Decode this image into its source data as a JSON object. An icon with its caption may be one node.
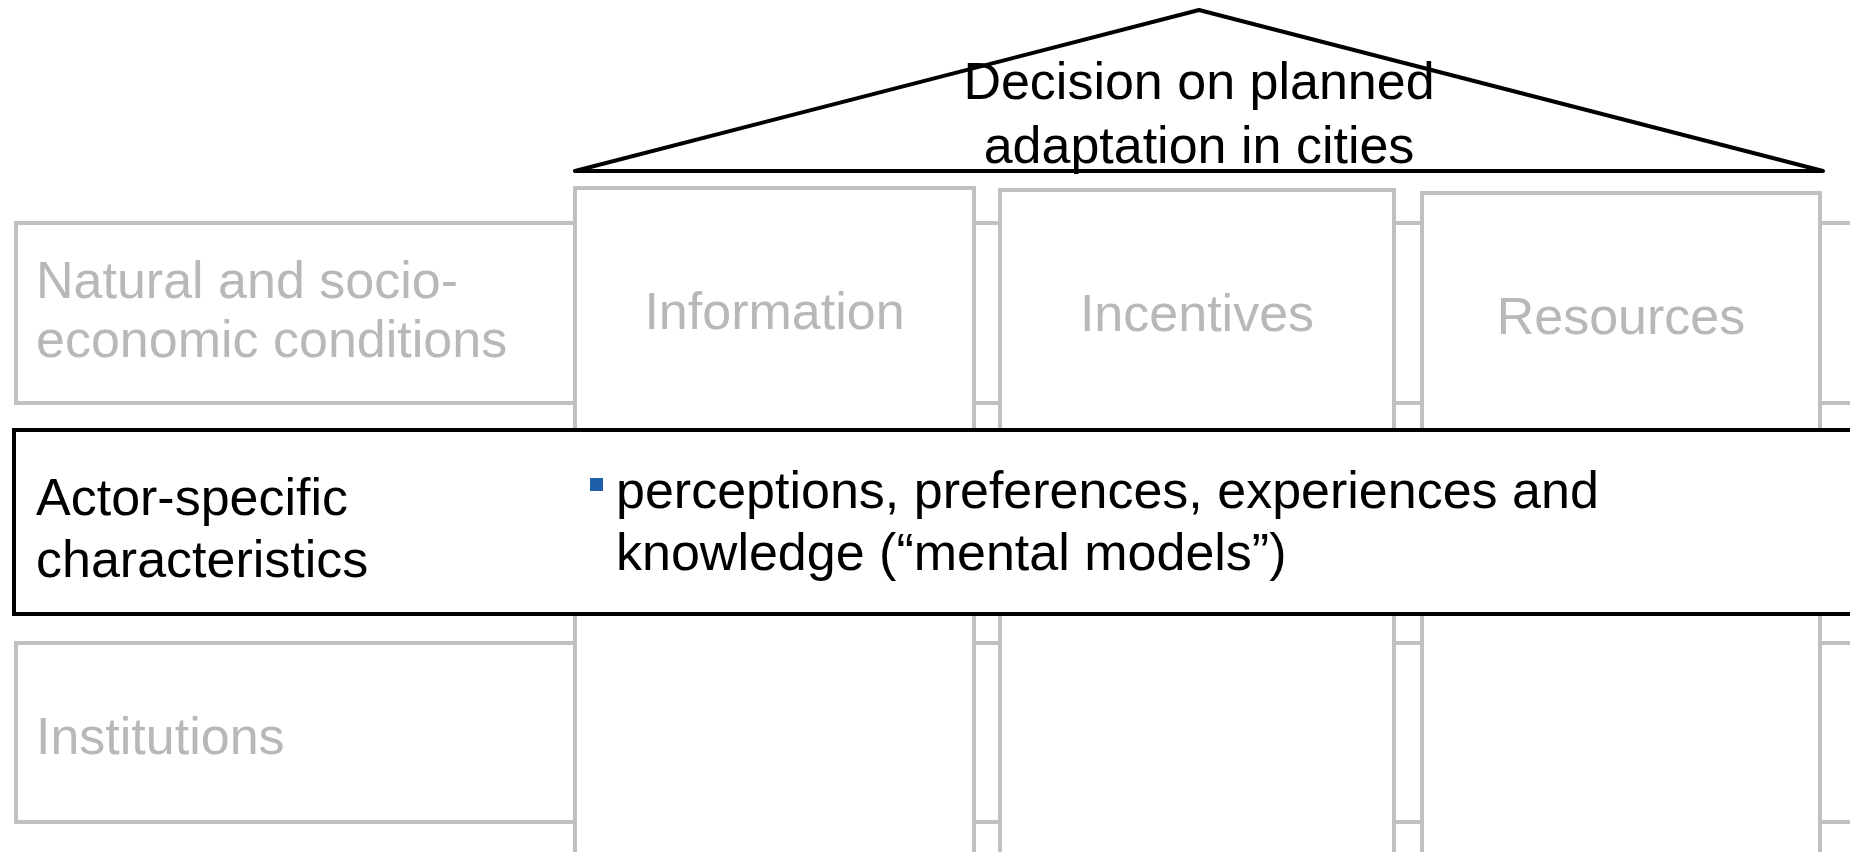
{
  "diagram": {
    "nodes": [
      {
        "text": [
          "Decision on planned adaptation in cities"
        ]
      },
      {
        "text": [
          "Natural and socio-economic conditions"
        ]
      },
      {
        "text": [
          "Institutions"
        ]
      },
      {
        "text": [
          "Information"
        ]
      },
      {
        "text": [
          "Incentives"
        ]
      },
      {
        "text": [
          "Resources"
        ]
      },
      {
        "text": [
          "Actor-specific characteristics",
          "perceptions, preferences, experiences and knowledge (“mental models”)"
        ]
      },
      {
        "text": [],
        "shape": "box"
      },
      {
        "text": [],
        "shape": "box"
      },
      {
        "text": [],
        "shape": "box"
      }
    ]
  }
}
